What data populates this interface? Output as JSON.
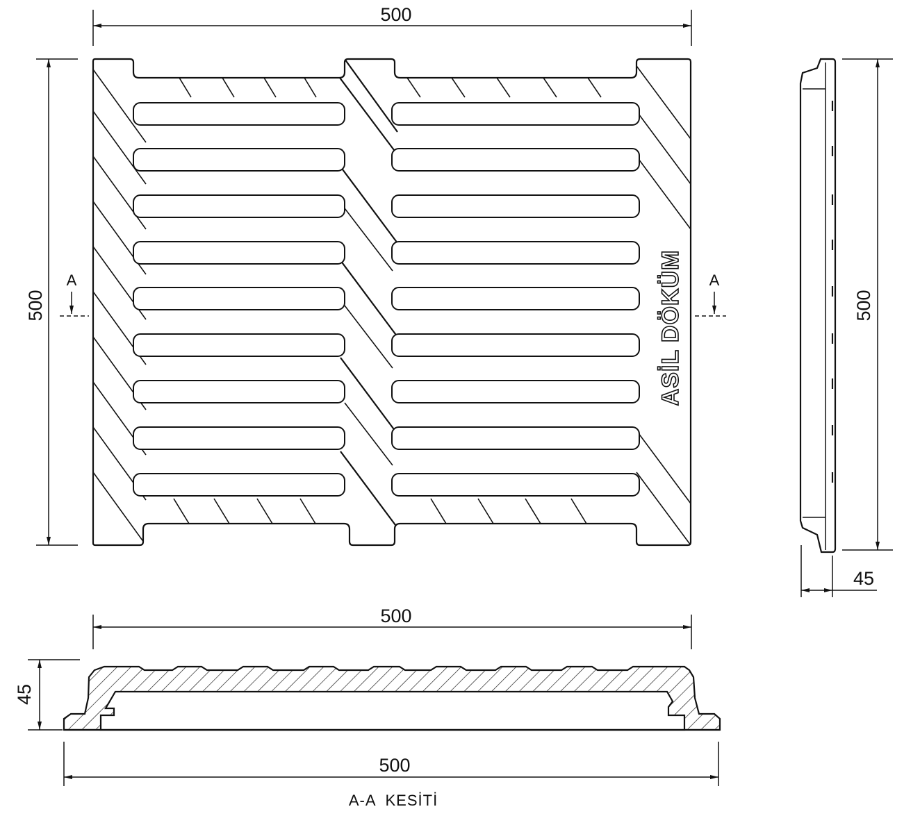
{
  "plan_view": {
    "width_dim": "500",
    "height_dim": "500",
    "section_marker_left": "A",
    "section_marker_right": "A",
    "brand_text": "ASİL DÖKÜM"
  },
  "side_view": {
    "height_dim": "500",
    "thickness_dim": "45"
  },
  "section_view": {
    "top_width_dim": "500",
    "bottom_width_dim": "500",
    "height_dim": "45",
    "caption": "A-A  KESİTİ"
  }
}
